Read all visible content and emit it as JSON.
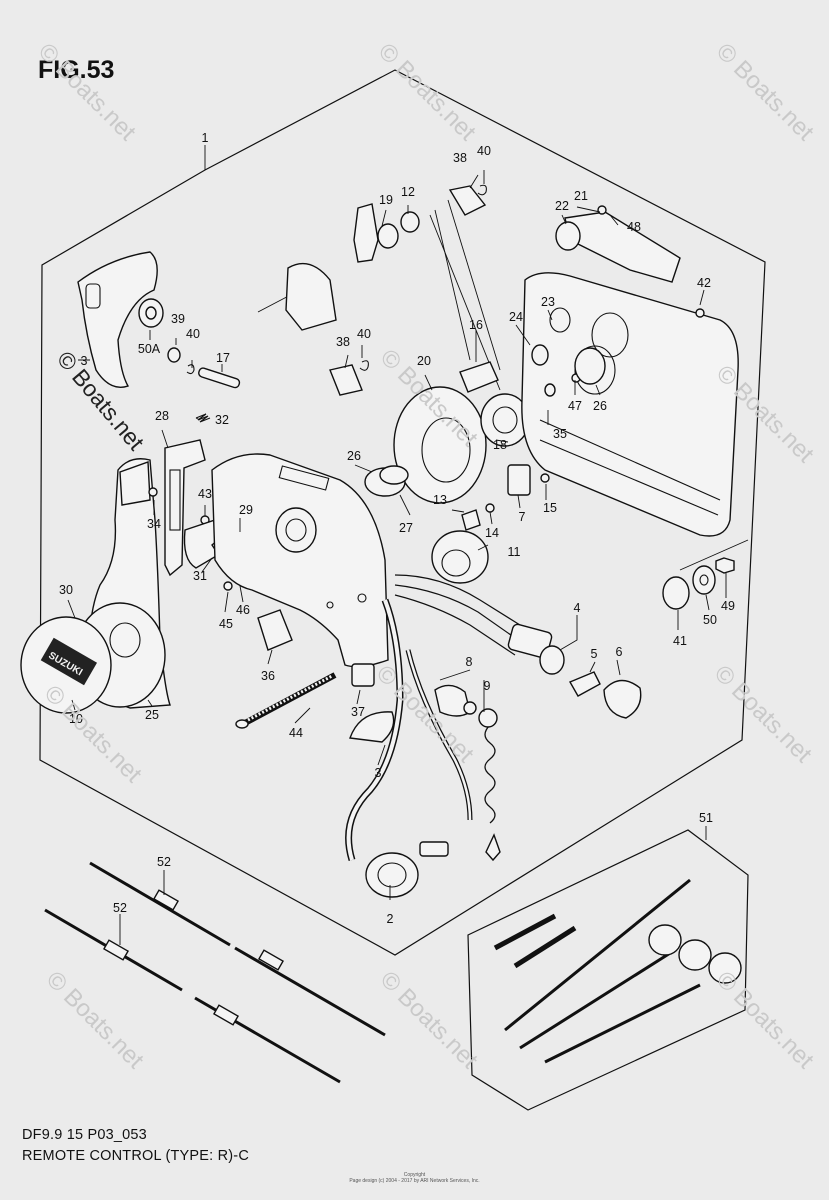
{
  "figure_title": "FIG.53",
  "caption_line1": "DF9.9 15 P03_053",
  "caption_line2": "REMOTE CONTROL (TYPE: R)-C",
  "copyright_line1": "Copyright",
  "copyright_line2": "Page design (c) 2004 - 2017 by ARI Network Services, Inc.",
  "watermark": "© Boats.net",
  "labels": [
    {
      "id": "1",
      "text": "1"
    },
    {
      "id": "3a",
      "text": "3"
    },
    {
      "id": "50A",
      "text": "50A"
    },
    {
      "id": "39",
      "text": "39"
    },
    {
      "id": "40a",
      "text": "40"
    },
    {
      "id": "17",
      "text": "17"
    },
    {
      "id": "28",
      "text": "28"
    },
    {
      "id": "32",
      "text": "32"
    },
    {
      "id": "34",
      "text": "34"
    },
    {
      "id": "43",
      "text": "43"
    },
    {
      "id": "29",
      "text": "29"
    },
    {
      "id": "31",
      "text": "31"
    },
    {
      "id": "30",
      "text": "30"
    },
    {
      "id": "45",
      "text": "45"
    },
    {
      "id": "46",
      "text": "46"
    },
    {
      "id": "36",
      "text": "36"
    },
    {
      "id": "10",
      "text": "10"
    },
    {
      "id": "25",
      "text": "25"
    },
    {
      "id": "44",
      "text": "44"
    },
    {
      "id": "37",
      "text": "37"
    },
    {
      "id": "3b",
      "text": "3"
    },
    {
      "id": "2",
      "text": "2"
    },
    {
      "id": "19",
      "text": "19"
    },
    {
      "id": "12",
      "text": "12"
    },
    {
      "id": "38a",
      "text": "38"
    },
    {
      "id": "40b",
      "text": "40"
    },
    {
      "id": "38b",
      "text": "38"
    },
    {
      "id": "40c",
      "text": "40"
    },
    {
      "id": "20",
      "text": "20"
    },
    {
      "id": "16",
      "text": "16"
    },
    {
      "id": "18",
      "text": "18"
    },
    {
      "id": "26a",
      "text": "26"
    },
    {
      "id": "27",
      "text": "27"
    },
    {
      "id": "13",
      "text": "13"
    },
    {
      "id": "14",
      "text": "14"
    },
    {
      "id": "11",
      "text": "11"
    },
    {
      "id": "22",
      "text": "22"
    },
    {
      "id": "21",
      "text": "21"
    },
    {
      "id": "48",
      "text": "48"
    },
    {
      "id": "42",
      "text": "42"
    },
    {
      "id": "23",
      "text": "23"
    },
    {
      "id": "24",
      "text": "24"
    },
    {
      "id": "47",
      "text": "47"
    },
    {
      "id": "26b",
      "text": "26"
    },
    {
      "id": "35",
      "text": "35"
    },
    {
      "id": "7",
      "text": "7"
    },
    {
      "id": "15",
      "text": "15"
    },
    {
      "id": "4",
      "text": "4"
    },
    {
      "id": "5",
      "text": "5"
    },
    {
      "id": "6",
      "text": "6"
    },
    {
      "id": "8",
      "text": "8"
    },
    {
      "id": "9",
      "text": "9"
    },
    {
      "id": "41",
      "text": "41"
    },
    {
      "id": "50",
      "text": "50"
    },
    {
      "id": "49",
      "text": "49"
    },
    {
      "id": "51",
      "text": "51"
    },
    {
      "id": "52a",
      "text": "52"
    },
    {
      "id": "52b",
      "text": "52"
    }
  ]
}
